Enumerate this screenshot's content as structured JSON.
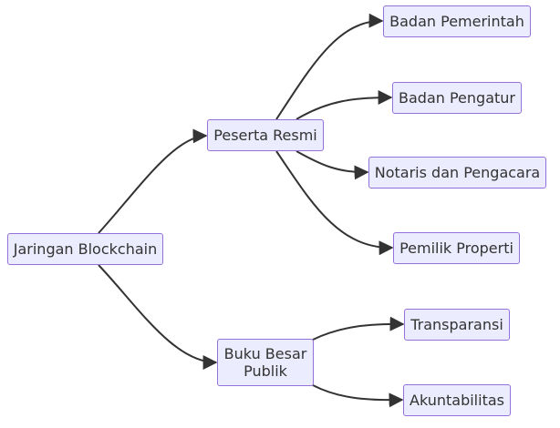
{
  "diagram": {
    "type": "mindmap-flowchart",
    "colors": {
      "node_fill": "#ececff",
      "node_border": "#9370db",
      "edge": "#333333",
      "text": "#333333"
    },
    "nodes": {
      "root": "Jaringan Blockchain",
      "official": "Peserta Resmi",
      "ledger_line1": "Buku Besar",
      "ledger_line2": "Publik",
      "gov": "Badan Pemerintah",
      "regulator": "Badan Pengatur",
      "notary": "Notaris dan Pengacara",
      "owner": "Pemilik Properti",
      "transparency": "Transparansi",
      "accountability": "Akuntabilitas"
    },
    "edges": [
      [
        "root",
        "official"
      ],
      [
        "root",
        "ledger"
      ],
      [
        "official",
        "gov"
      ],
      [
        "official",
        "regulator"
      ],
      [
        "official",
        "notary"
      ],
      [
        "official",
        "owner"
      ],
      [
        "ledger",
        "transparency"
      ],
      [
        "ledger",
        "accountability"
      ]
    ]
  }
}
